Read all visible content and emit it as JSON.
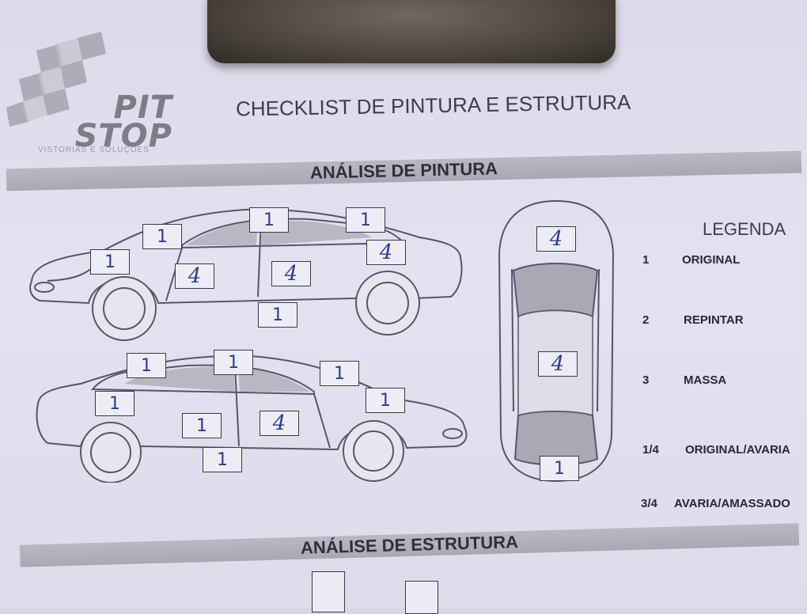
{
  "logo": {
    "line1": "PIT",
    "line2": "STOP",
    "tagline": "VISTORIAS E SOLUÇÕES"
  },
  "title": "CHECKLIST DE PINTURA E ESTRUTURA",
  "sections": {
    "paint": "ANÁLISE DE PINTURA",
    "structure": "ANÁLISE DE ESTRUTURA"
  },
  "side_view_1": {
    "front_fender": "1",
    "front_pillar": "1",
    "roof_middle": "1",
    "roof_rear": "1",
    "rear_quarter": "4",
    "front_door": "4",
    "rear_door": "4",
    "rocker": "1"
  },
  "side_view_2": {
    "rear_quarter": "1",
    "roof_rear": "1",
    "roof_middle": "1",
    "front_pillar": "1",
    "front_fender": "1",
    "rear_door": "1",
    "front_door": "4",
    "rocker": "1"
  },
  "top_view": {
    "hood": "4",
    "roof": "4",
    "trunk": "1"
  },
  "legend": {
    "title": "LEGENDA",
    "items": [
      {
        "code": "1",
        "label": "ORIGINAL"
      },
      {
        "code": "2",
        "label": "REPINTAR"
      },
      {
        "code": "3",
        "label": "MASSA"
      },
      {
        "code": "1/4",
        "label": "ORIGINAL/AVARIA"
      },
      {
        "code": "3/4",
        "label": "AVARIA/AMASSADO"
      }
    ]
  },
  "colors": {
    "ink": "#2d3a9c",
    "band": "#aeadb9",
    "paper": "#e2e0ef"
  }
}
